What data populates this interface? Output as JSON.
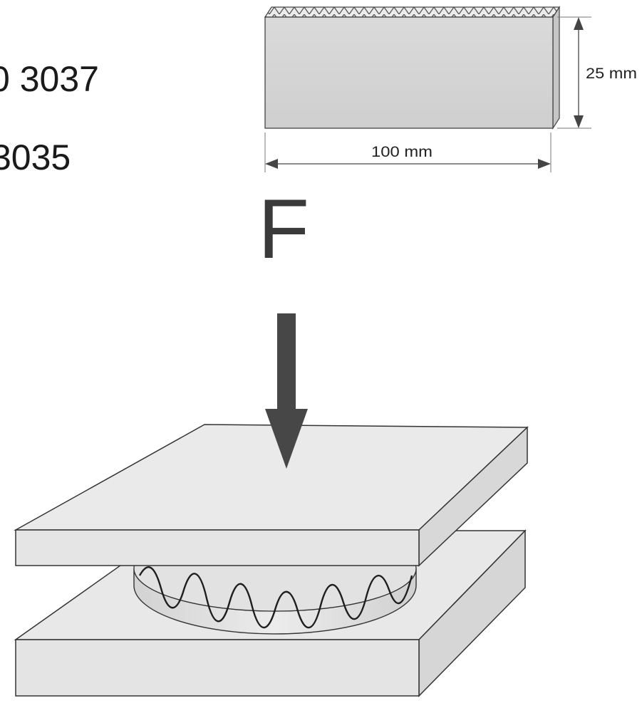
{
  "standards": {
    "line1": "0 3037",
    "line2": "3035"
  },
  "specimen": {
    "height_label": "25 mm",
    "width_label": "100 mm"
  },
  "force": {
    "label": "F"
  },
  "colors": {
    "plate_top": "#e9e9e9",
    "plate_side": "#dcdcdc",
    "specimen_face": "#d6d6d6",
    "specimen_edge": "#c4c4c4",
    "arrow": "#474747",
    "outline": "#333333"
  },
  "icons": {
    "force_arrow": "down-arrow-icon",
    "dimension_arrow": "double-arrow-icon"
  }
}
